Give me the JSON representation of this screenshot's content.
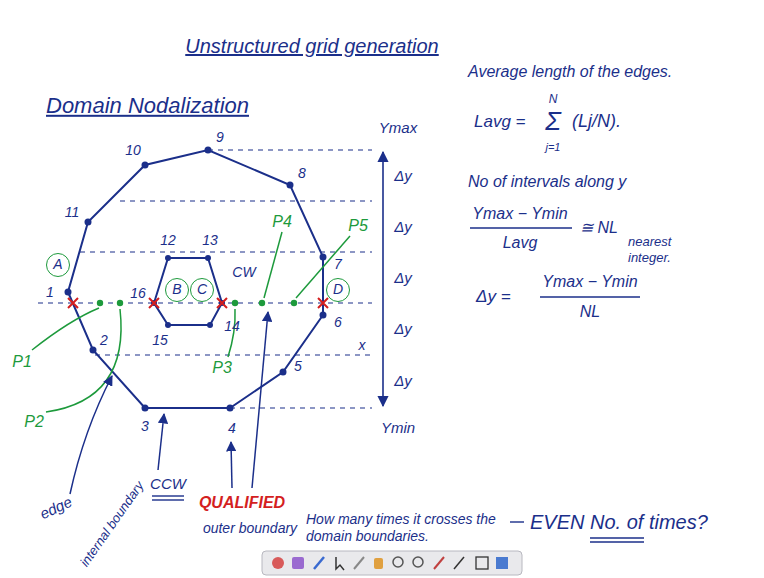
{
  "diagram": {
    "title": "Unstructured grid generation",
    "nodes": [
      {
        "text": [
          "A"
        ]
      },
      {
        "text": [
          "B"
        ]
      },
      {
        "text": [
          "C"
        ]
      },
      {
        "text": [
          "D"
        ]
      }
    ],
    "labels": [
      "Domain Nodalization",
      "1",
      "2",
      "3",
      "4",
      "5",
      "6",
      "7",
      "8",
      "9",
      "10",
      "11",
      "12",
      "13",
      "14",
      "15",
      "16",
      "Ymax",
      "Δy",
      "Δy",
      "Δy",
      "Δy",
      "Δy",
      "Ymin",
      "x",
      "CW",
      "P1",
      "P2",
      "P3",
      "P4",
      "P5",
      "edge",
      "CCW",
      "internal boundary",
      "QUALIFIED",
      "outer boundary",
      "How many times it crosses the domain boundaries.",
      "EVEN No. of times?",
      "Average length of the edges.",
      "Lavg =",
      "N",
      "Σ",
      "j=1",
      "(Lj/N).",
      "No of intervals along y",
      "Ymax − Ymin",
      "Lavg",
      "≅ NL",
      "nearest integer.",
      "Δy =",
      "Ymax − Ymin",
      "NL"
    ]
  }
}
